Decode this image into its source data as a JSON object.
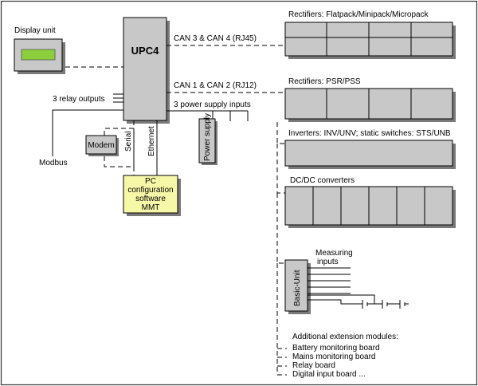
{
  "controller": {
    "label": "UPC4"
  },
  "display_unit": {
    "label": "Display unit",
    "screen_color": "#8ccf3c"
  },
  "links": {
    "can34": "CAN 3 & CAN 4 (RJ45)",
    "can12": "CAN 1 & CAN 2 (RJ12)",
    "relay_outputs": "3 relay outputs",
    "power_inputs": "3 power supply inputs",
    "modbus": "Modbus",
    "serial": "Serial",
    "ethernet": "Ethernet"
  },
  "modem": {
    "label": "Modem"
  },
  "power_supply": {
    "label": "Power supply"
  },
  "pc_software": {
    "lines": [
      "PC",
      "configuration",
      "software",
      "MMT"
    ],
    "fill_color": "#f7f7a8"
  },
  "groups": {
    "rectifiers_flat": "Rectifiers: Flatpack/Minipack/Micropack",
    "rectifiers_psr": "Rectifiers: PSR/PSS",
    "inverters": "Inverters: INV/UNV; static switches: STS/UNB",
    "dcdc": "DC/DC converters"
  },
  "basic_unit": {
    "label": "Basic-Unit",
    "measuring": [
      "Measuring",
      "inputs"
    ]
  },
  "extension": {
    "title": "Additional extension modules:",
    "items": [
      "Battery monitoring board",
      "Mains monitoring board",
      "Relay board",
      "Digital input board ..."
    ]
  }
}
